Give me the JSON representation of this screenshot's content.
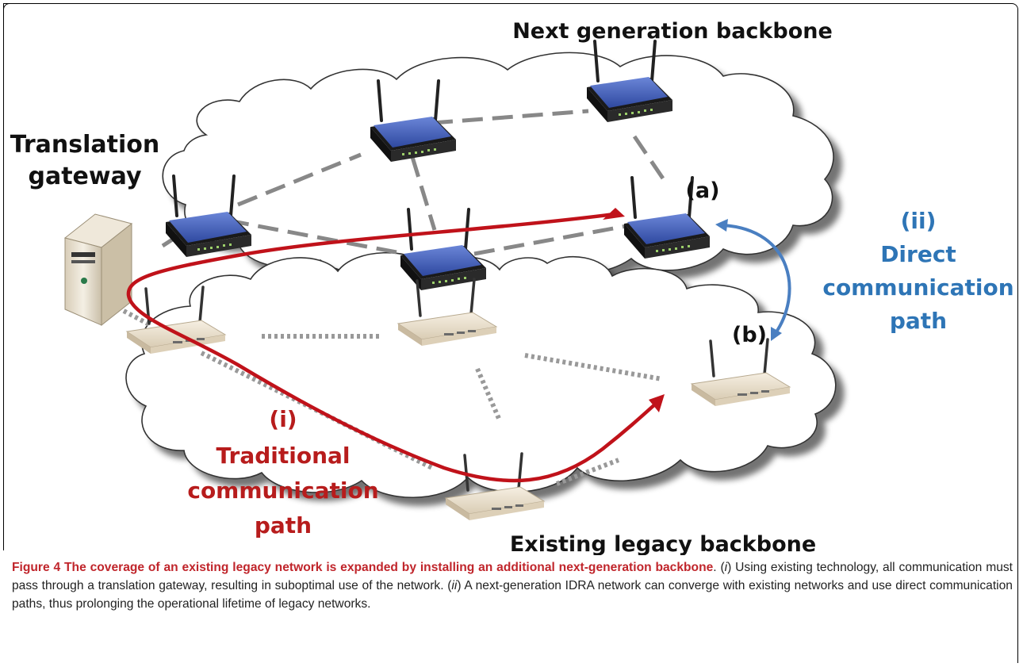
{
  "labels": {
    "next_gen": "Next generation backbone",
    "legacy": "Existing legacy backbone",
    "gateway_line1": "Translation",
    "gateway_line2": "gateway",
    "node_a": "(a)",
    "node_b": "(b)",
    "path_i_num": "(i)",
    "path_i_line1": "Traditional",
    "path_i_line2": "communication",
    "path_i_line3": "path",
    "path_ii_num": "(ii)",
    "path_ii_line1": "Direct",
    "path_ii_line2": "communication",
    "path_ii_line3": "path"
  },
  "caption": {
    "title": "Figure 4 The coverage of an existing legacy network is expanded by installing an additional next-generation backbone",
    "p1": ". (",
    "i": "i",
    "p2": ") Using existing technology, all communication must pass through a translation gateway, resulting in suboptimal use of the network. (",
    "ii": "ii",
    "p3": ") A next-generation IDRA network can converge with existing networks and use direct communication paths, thus prolonging the operational lifetime of legacy networks."
  },
  "colors": {
    "traditional_path": "#c0121a",
    "direct_path": "#4a7fc1",
    "path_i_text": "#b71c1c",
    "path_ii_text": "#2e75b6",
    "router_new": "#3e5bb8",
    "router_legacy": "#e8dcc8"
  }
}
